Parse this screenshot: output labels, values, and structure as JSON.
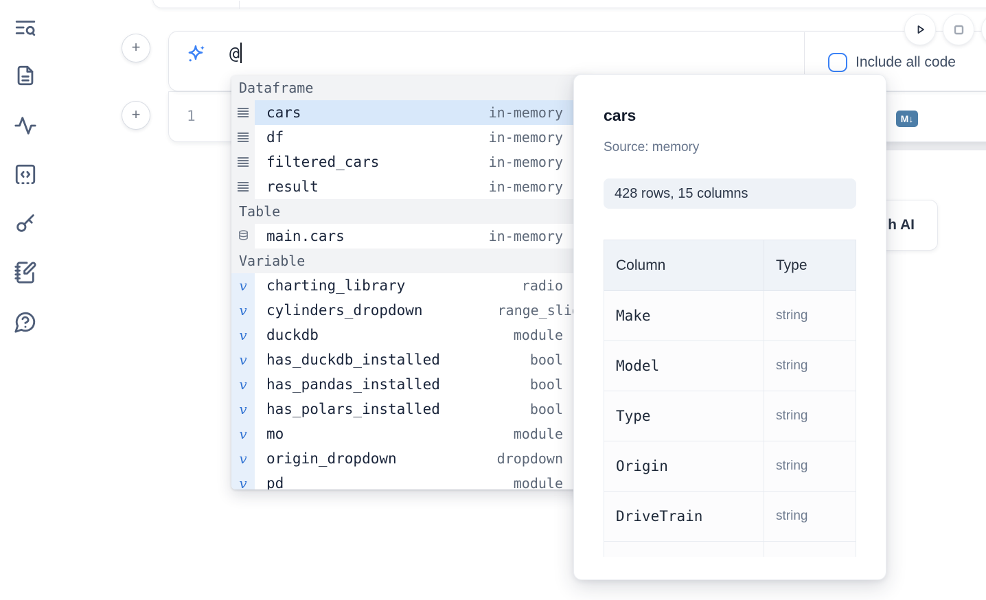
{
  "sidebar": {
    "icons": [
      "text-search",
      "file-text",
      "activity",
      "snippets",
      "key",
      "notebook-pen",
      "help-chat"
    ]
  },
  "top_controls": {
    "include_all_code_label": "Include all code"
  },
  "prompt": {
    "value": "@"
  },
  "cell": {
    "line_number": "1",
    "lang_icons": [
      "database",
      "markdown"
    ]
  },
  "ai_button": {
    "visible_fragment": "h AI"
  },
  "completion": {
    "sections": [
      {
        "label": "Dataframe",
        "items": [
          {
            "name": "cars",
            "type": "in-memory",
            "selected": true
          },
          {
            "name": "df",
            "type": "in-memory"
          },
          {
            "name": "filtered_cars",
            "type": "in-memory"
          },
          {
            "name": "result",
            "type": "in-memory"
          }
        ]
      },
      {
        "label": "Table",
        "items": [
          {
            "name": "main.cars",
            "type": "in-memory"
          }
        ]
      },
      {
        "label": "Variable",
        "items": [
          {
            "name": "charting_library",
            "type": "radio"
          },
          {
            "name": "cylinders_dropdown",
            "type": "range_slider"
          },
          {
            "name": "duckdb",
            "type": "module"
          },
          {
            "name": "has_duckdb_installed",
            "type": "bool"
          },
          {
            "name": "has_pandas_installed",
            "type": "bool"
          },
          {
            "name": "has_polars_installed",
            "type": "bool"
          },
          {
            "name": "mo",
            "type": "module"
          },
          {
            "name": "origin_dropdown",
            "type": "dropdown"
          },
          {
            "name": "pd",
            "type": "module"
          }
        ]
      }
    ]
  },
  "preview": {
    "title": "cars",
    "source_label": "Source: memory",
    "shape": "428 rows, 15 columns",
    "columns_header": [
      "Column",
      "Type"
    ],
    "rows": [
      [
        "Make",
        "string"
      ],
      [
        "Model",
        "string"
      ],
      [
        "Type",
        "string"
      ],
      [
        "Origin",
        "string"
      ],
      [
        "DriveTrain",
        "string"
      ]
    ]
  },
  "colors": {
    "accent_blue": "#3b82f6",
    "steel_blue": "#4d7ea8",
    "selection_blue": "#d8e8fa",
    "icon_slate": "#4e5d78"
  }
}
